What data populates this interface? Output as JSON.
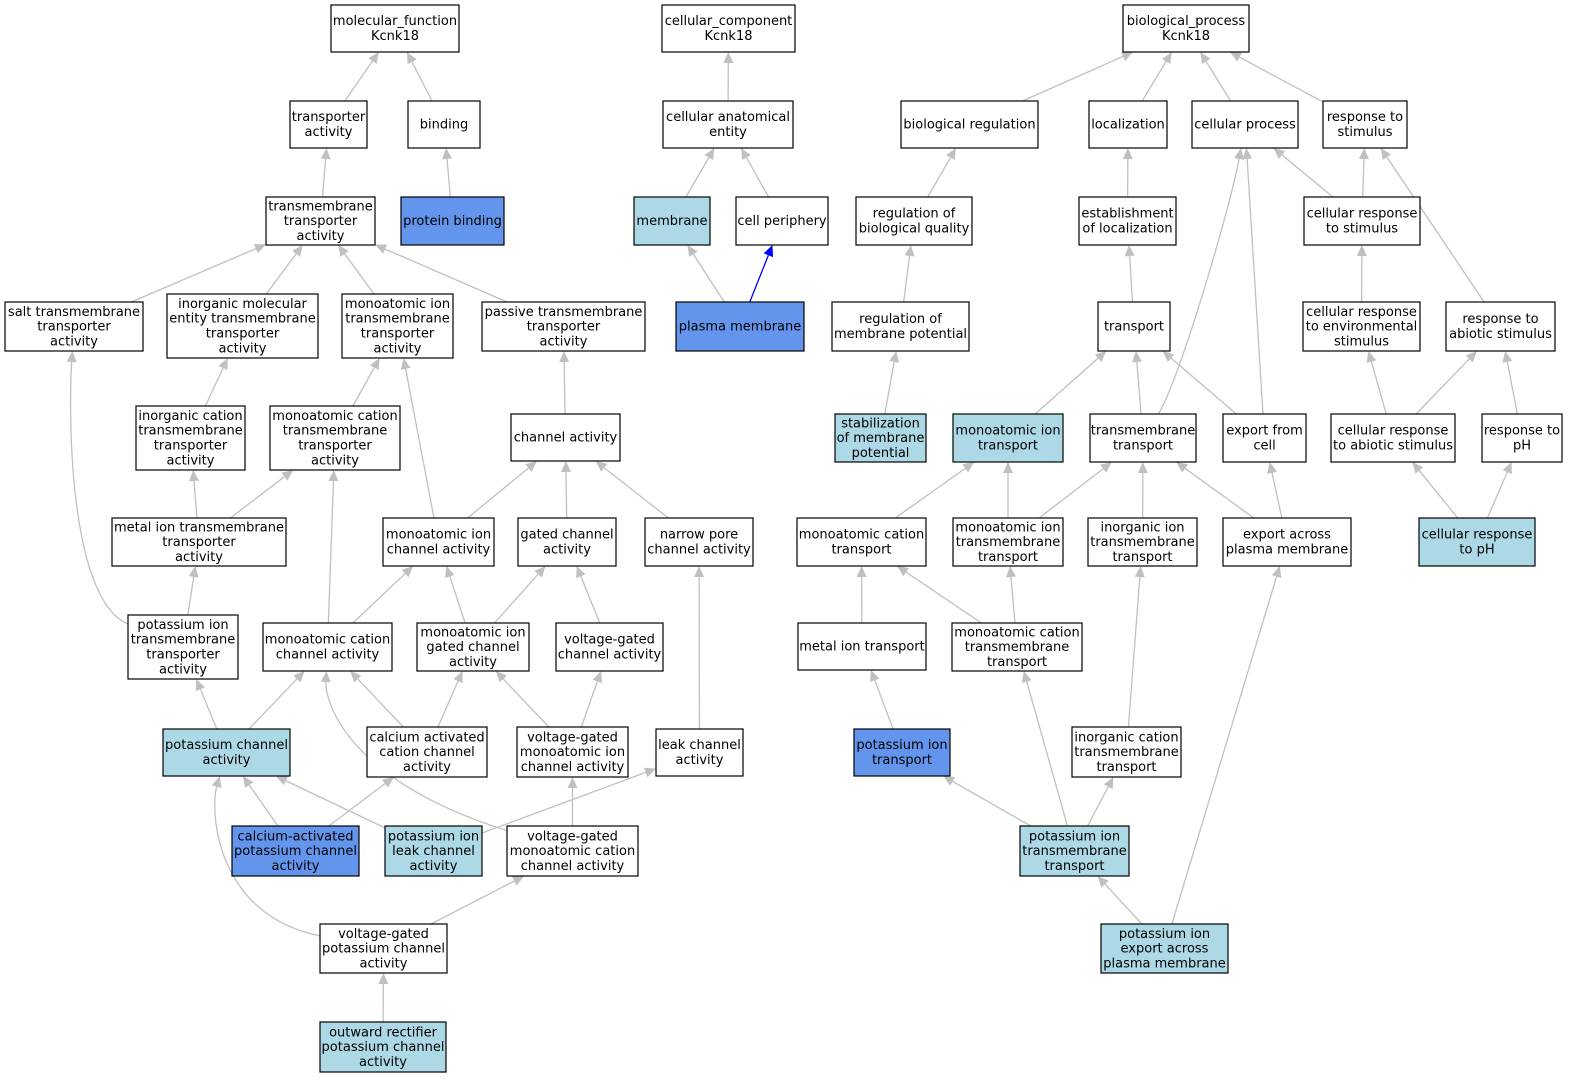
{
  "colors": {
    "plain": "#ffffff",
    "annotated": "#add8e6",
    "direct": "#6495ed",
    "edge": "#c0c0c0",
    "highlight_edge": "#0000ff"
  },
  "nodes": [
    {
      "id": "mf",
      "lines": [
        "molecular_function",
        "Kcnk18"
      ],
      "fill": "plain"
    },
    {
      "id": "transporter",
      "lines": [
        "transporter",
        "activity"
      ],
      "fill": "plain"
    },
    {
      "id": "binding",
      "lines": [
        "binding"
      ],
      "fill": "plain"
    },
    {
      "id": "tmtransporter",
      "lines": [
        "transmembrane",
        "transporter",
        "activity"
      ],
      "fill": "plain"
    },
    {
      "id": "proteinbinding",
      "lines": [
        "protein binding"
      ],
      "fill": "direct"
    },
    {
      "id": "salt",
      "lines": [
        "salt transmembrane",
        "transporter",
        "activity"
      ],
      "fill": "plain"
    },
    {
      "id": "inorgmol",
      "lines": [
        "inorganic molecular",
        "entity transmembrane",
        "transporter",
        "activity"
      ],
      "fill": "plain"
    },
    {
      "id": "monoiontt",
      "lines": [
        "monoatomic ion",
        "transmembrane",
        "transporter",
        "activity"
      ],
      "fill": "plain"
    },
    {
      "id": "passive",
      "lines": [
        "passive transmembrane",
        "transporter",
        "activity"
      ],
      "fill": "plain"
    },
    {
      "id": "inorgcat",
      "lines": [
        "inorganic cation",
        "transmembrane",
        "transporter",
        "activity"
      ],
      "fill": "plain"
    },
    {
      "id": "monocatt",
      "lines": [
        "monoatomic cation",
        "transmembrane",
        "transporter",
        "activity"
      ],
      "fill": "plain"
    },
    {
      "id": "channel",
      "lines": [
        "channel activity"
      ],
      "fill": "plain"
    },
    {
      "id": "metaliont",
      "lines": [
        "metal ion transmembrane",
        "transporter",
        "activity"
      ],
      "fill": "plain"
    },
    {
      "id": "monoionch",
      "lines": [
        "monoatomic ion",
        "channel activity"
      ],
      "fill": "plain"
    },
    {
      "id": "gated",
      "lines": [
        "gated channel",
        "activity"
      ],
      "fill": "plain"
    },
    {
      "id": "narrow",
      "lines": [
        "narrow pore",
        "channel activity"
      ],
      "fill": "plain"
    },
    {
      "id": "kiontt",
      "lines": [
        "potassium ion",
        "transmembrane",
        "transporter",
        "activity"
      ],
      "fill": "plain"
    },
    {
      "id": "monocatch",
      "lines": [
        "monoatomic cation",
        "channel activity"
      ],
      "fill": "plain"
    },
    {
      "id": "monoiongated",
      "lines": [
        "monoatomic ion",
        "gated channel",
        "activity"
      ],
      "fill": "plain"
    },
    {
      "id": "vgch",
      "lines": [
        "voltage-gated",
        "channel activity"
      ],
      "fill": "plain"
    },
    {
      "id": "kch",
      "lines": [
        "potassium channel",
        "activity"
      ],
      "fill": "annotated"
    },
    {
      "id": "caactcat",
      "lines": [
        "calcium activated",
        "cation channel",
        "activity"
      ],
      "fill": "plain"
    },
    {
      "id": "vgmonoion",
      "lines": [
        "voltage-gated",
        "monoatomic ion",
        "channel activity"
      ],
      "fill": "plain"
    },
    {
      "id": "leak",
      "lines": [
        "leak channel",
        "activity"
      ],
      "fill": "plain"
    },
    {
      "id": "caactk",
      "lines": [
        "calcium-activated",
        "potassium channel",
        "activity"
      ],
      "fill": "direct"
    },
    {
      "id": "kleak",
      "lines": [
        "potassium ion",
        "leak channel",
        "activity"
      ],
      "fill": "annotated"
    },
    {
      "id": "vgmonocat",
      "lines": [
        "voltage-gated",
        "monoatomic cation",
        "channel activity"
      ],
      "fill": "plain"
    },
    {
      "id": "vgk",
      "lines": [
        "voltage-gated",
        "potassium channel",
        "activity"
      ],
      "fill": "plain"
    },
    {
      "id": "outward",
      "lines": [
        "outward rectifier",
        "potassium channel",
        "activity"
      ],
      "fill": "annotated"
    },
    {
      "id": "cc",
      "lines": [
        "cellular_component",
        "Kcnk18"
      ],
      "fill": "plain"
    },
    {
      "id": "cae",
      "lines": [
        "cellular anatomical",
        "entity"
      ],
      "fill": "plain"
    },
    {
      "id": "membrane",
      "lines": [
        "membrane"
      ],
      "fill": "annotated"
    },
    {
      "id": "periphery",
      "lines": [
        "cell periphery"
      ],
      "fill": "plain"
    },
    {
      "id": "plasmamem",
      "lines": [
        "plasma membrane"
      ],
      "fill": "direct"
    },
    {
      "id": "bp",
      "lines": [
        "biological_process",
        "Kcnk18"
      ],
      "fill": "plain"
    },
    {
      "id": "bioreg",
      "lines": [
        "biological regulation"
      ],
      "fill": "plain"
    },
    {
      "id": "localization",
      "lines": [
        "localization"
      ],
      "fill": "plain"
    },
    {
      "id": "cellproc",
      "lines": [
        "cellular process"
      ],
      "fill": "plain"
    },
    {
      "id": "respstim",
      "lines": [
        "response to",
        "stimulus"
      ],
      "fill": "plain"
    },
    {
      "id": "regbioqual",
      "lines": [
        "regulation of",
        "biological quality"
      ],
      "fill": "plain"
    },
    {
      "id": "estloc",
      "lines": [
        "establishment",
        "of localization"
      ],
      "fill": "plain"
    },
    {
      "id": "cellrespstim",
      "lines": [
        "cellular response",
        "to stimulus"
      ],
      "fill": "plain"
    },
    {
      "id": "regmempot",
      "lines": [
        "regulation of",
        "membrane potential"
      ],
      "fill": "plain"
    },
    {
      "id": "transport",
      "lines": [
        "transport"
      ],
      "fill": "plain"
    },
    {
      "id": "cellrespenv",
      "lines": [
        "cellular response",
        "to environmental",
        "stimulus"
      ],
      "fill": "plain"
    },
    {
      "id": "respabiotic",
      "lines": [
        "response to",
        "abiotic stimulus"
      ],
      "fill": "plain"
    },
    {
      "id": "stabmem",
      "lines": [
        "stabilization",
        "of membrane",
        "potential"
      ],
      "fill": "annotated"
    },
    {
      "id": "monoiontr",
      "lines": [
        "monoatomic ion",
        "transport"
      ],
      "fill": "annotated"
    },
    {
      "id": "tmtransport",
      "lines": [
        "transmembrane",
        "transport"
      ],
      "fill": "plain"
    },
    {
      "id": "export",
      "lines": [
        "export from",
        "cell"
      ],
      "fill": "plain"
    },
    {
      "id": "cellrespabiotic",
      "lines": [
        "cellular response",
        "to abiotic stimulus"
      ],
      "fill": "plain"
    },
    {
      "id": "respph",
      "lines": [
        "response to",
        "pH"
      ],
      "fill": "plain"
    },
    {
      "id": "monocattr",
      "lines": [
        "monoatomic cation",
        "transport"
      ],
      "fill": "plain"
    },
    {
      "id": "monoiontmtr",
      "lines": [
        "monoatomic ion",
        "transmembrane",
        "transport"
      ],
      "fill": "plain"
    },
    {
      "id": "inorgiontm",
      "lines": [
        "inorganic ion",
        "transmembrane",
        "transport"
      ],
      "fill": "plain"
    },
    {
      "id": "exportpm",
      "lines": [
        "export across",
        "plasma membrane"
      ],
      "fill": "plain"
    },
    {
      "id": "cellrespph",
      "lines": [
        "cellular response",
        "to pH"
      ],
      "fill": "annotated"
    },
    {
      "id": "metalontr",
      "lines": [
        "metal ion transport"
      ],
      "fill": "plain"
    },
    {
      "id": "monocattmtr",
      "lines": [
        "monoatomic cation",
        "transmembrane",
        "transport"
      ],
      "fill": "plain"
    },
    {
      "id": "kiontr",
      "lines": [
        "potassium ion",
        "transport"
      ],
      "fill": "direct"
    },
    {
      "id": "inorgcattm",
      "lines": [
        "inorganic cation",
        "transmembrane",
        "transport"
      ],
      "fill": "plain"
    },
    {
      "id": "kiontmtr",
      "lines": [
        "potassium ion",
        "transmembrane",
        "transport"
      ],
      "fill": "annotated"
    },
    {
      "id": "kexport",
      "lines": [
        "potassium ion",
        "export across",
        "plasma membrane"
      ],
      "fill": "annotated"
    }
  ],
  "edges": [
    {
      "from": "transporter",
      "to": "mf"
    },
    {
      "from": "binding",
      "to": "mf"
    },
    {
      "from": "tmtransporter",
      "to": "transporter"
    },
    {
      "from": "proteinbinding",
      "to": "binding"
    },
    {
      "from": "salt",
      "to": "tmtransporter"
    },
    {
      "from": "inorgmol",
      "to": "tmtransporter"
    },
    {
      "from": "monoiontt",
      "to": "tmtransporter"
    },
    {
      "from": "passive",
      "to": "tmtransporter"
    },
    {
      "from": "inorgcat",
      "to": "inorgmol"
    },
    {
      "from": "monocatt",
      "to": "monoiontt"
    },
    {
      "from": "channel",
      "to": "passive"
    },
    {
      "from": "metaliont",
      "to": "inorgcat"
    },
    {
      "from": "metaliont",
      "to": "monocatt"
    },
    {
      "from": "monoionch",
      "to": "monoiontt"
    },
    {
      "from": "monoionch",
      "to": "channel"
    },
    {
      "from": "gated",
      "to": "channel"
    },
    {
      "from": "narrow",
      "to": "channel"
    },
    {
      "from": "kiontt",
      "to": "metaliont"
    },
    {
      "from": "kiontt",
      "to": "salt"
    },
    {
      "from": "monocatch",
      "to": "monocatt"
    },
    {
      "from": "monocatch",
      "to": "monoionch"
    },
    {
      "from": "monoiongated",
      "to": "monoionch"
    },
    {
      "from": "monoiongated",
      "to": "gated"
    },
    {
      "from": "vgch",
      "to": "gated"
    },
    {
      "from": "kch",
      "to": "kiontt"
    },
    {
      "from": "kch",
      "to": "monocatch"
    },
    {
      "from": "caactcat",
      "to": "monocatch"
    },
    {
      "from": "caactcat",
      "to": "monoiongated"
    },
    {
      "from": "vgmonoion",
      "to": "monoiongated"
    },
    {
      "from": "vgmonoion",
      "to": "vgch"
    },
    {
      "from": "leak",
      "to": "narrow"
    },
    {
      "from": "caactk",
      "to": "kch"
    },
    {
      "from": "caactk",
      "to": "caactcat"
    },
    {
      "from": "kleak",
      "to": "kch"
    },
    {
      "from": "kleak",
      "to": "leak"
    },
    {
      "from": "vgmonocat",
      "to": "vgmonoion"
    },
    {
      "from": "vgmonocat",
      "to": "monocatch"
    },
    {
      "from": "vgk",
      "to": "kch"
    },
    {
      "from": "vgk",
      "to": "vgmonocat"
    },
    {
      "from": "outward",
      "to": "vgk"
    },
    {
      "from": "cae",
      "to": "cc"
    },
    {
      "from": "membrane",
      "to": "cae"
    },
    {
      "from": "periphery",
      "to": "cae"
    },
    {
      "from": "plasmamem",
      "to": "membrane"
    },
    {
      "from": "plasmamem",
      "to": "periphery",
      "highlight": true
    },
    {
      "from": "bioreg",
      "to": "bp"
    },
    {
      "from": "localization",
      "to": "bp"
    },
    {
      "from": "cellproc",
      "to": "bp"
    },
    {
      "from": "respstim",
      "to": "bp"
    },
    {
      "from": "regbioqual",
      "to": "bioreg"
    },
    {
      "from": "estloc",
      "to": "localization"
    },
    {
      "from": "cellrespstim",
      "to": "cellproc"
    },
    {
      "from": "cellrespstim",
      "to": "respstim"
    },
    {
      "from": "regmempot",
      "to": "regbioqual"
    },
    {
      "from": "transport",
      "to": "estloc"
    },
    {
      "from": "cellrespenv",
      "to": "cellrespstim"
    },
    {
      "from": "respabiotic",
      "to": "respstim"
    },
    {
      "from": "stabmem",
      "to": "regmempot"
    },
    {
      "from": "monoiontr",
      "to": "transport"
    },
    {
      "from": "tmtransport",
      "to": "transport"
    },
    {
      "from": "tmtransport",
      "to": "cellproc"
    },
    {
      "from": "export",
      "to": "transport"
    },
    {
      "from": "export",
      "to": "cellproc"
    },
    {
      "from": "cellrespabiotic",
      "to": "cellrespenv"
    },
    {
      "from": "cellrespabiotic",
      "to": "respabiotic"
    },
    {
      "from": "respph",
      "to": "respabiotic"
    },
    {
      "from": "monocattr",
      "to": "monoiontr"
    },
    {
      "from": "monoiontmtr",
      "to": "monoiontr"
    },
    {
      "from": "monoiontmtr",
      "to": "tmtransport"
    },
    {
      "from": "inorgiontm",
      "to": "tmtransport"
    },
    {
      "from": "exportpm",
      "to": "tmtransport"
    },
    {
      "from": "exportpm",
      "to": "export"
    },
    {
      "from": "cellrespph",
      "to": "cellrespabiotic"
    },
    {
      "from": "cellrespph",
      "to": "respph"
    },
    {
      "from": "metalontr",
      "to": "monocattr"
    },
    {
      "from": "monocattmtr",
      "to": "monocattr"
    },
    {
      "from": "monocattmtr",
      "to": "monoiontmtr"
    },
    {
      "from": "kiontr",
      "to": "metalontr"
    },
    {
      "from": "inorgcattm",
      "to": "inorgiontm"
    },
    {
      "from": "kiontmtr",
      "to": "kiontr"
    },
    {
      "from": "kiontmtr",
      "to": "monocattmtr"
    },
    {
      "from": "kiontmtr",
      "to": "inorgcattm"
    },
    {
      "from": "kexport",
      "to": "kiontmtr"
    },
    {
      "from": "kexport",
      "to": "exportpm"
    }
  ]
}
